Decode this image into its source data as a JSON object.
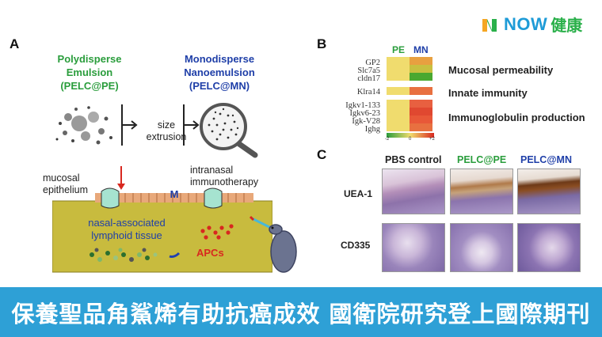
{
  "logo": {
    "text": "NOW",
    "cn": "健康"
  },
  "panelA": {
    "letter": "A",
    "pe_title": [
      "Polydisperse",
      "Emulsion",
      "(PELC@PE)"
    ],
    "mn_title": [
      "Monodisperse",
      "Nanoemulsion",
      "(PELC@MN)"
    ],
    "size_extrusion": [
      "size",
      "extrusion"
    ],
    "mucosal": [
      "mucosal",
      "epithelium"
    ],
    "intranasal": [
      "intranasal",
      "immunotherapy"
    ],
    "m_label": "M",
    "nalt": [
      "nasal-associated",
      "lymphoid tissue"
    ],
    "apcs": "APCs"
  },
  "panelB": {
    "letter": "B",
    "col_pe": "PE",
    "col_mn": "MN",
    "genes_group1": [
      "GP2",
      "Slc7a5",
      "cldn17"
    ],
    "genes_group2": [
      "Klra14"
    ],
    "genes_group3": [
      "Igkv1-133",
      "Igkv6-23",
      "Igk-V28",
      "Ighg"
    ],
    "cat1": "Mucosal permeability",
    "cat2": "Innate immunity",
    "cat3": "Immunoglobulin production",
    "scale_min": "-2",
    "scale_mid": "0",
    "scale_max": "+2"
  },
  "panelC": {
    "letter": "C",
    "cols": [
      "PBS control",
      "PELC@PE",
      "PELC@MN"
    ],
    "rows": [
      "UEA-1",
      "CD335"
    ]
  },
  "banner": {
    "text": "保養聖品角鯊烯有助抗癌成效  國衛院研究登上國際期刊"
  },
  "colors": {
    "pe_green": "#2a9d3c",
    "mn_blue": "#1f3fa8",
    "banner": "#2ea0d6",
    "apc_red": "#d8281f"
  }
}
